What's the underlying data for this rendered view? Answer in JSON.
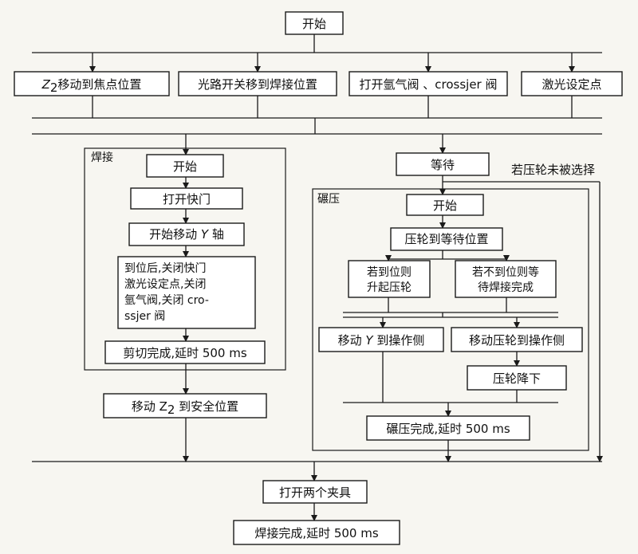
{
  "nodes": {
    "start": "开始",
    "z2_focus": {
      "pre": "Z",
      "sub": "2",
      "post": "移动到焦点位置"
    },
    "light_path": "光路开关移到焊接位置",
    "open_argon": "打开氩气阀 、crossjer 阀",
    "laser_set": "激光设定点",
    "weld_label": "焊接",
    "weld_start": "开始",
    "open_shutter": "打开快门",
    "move_y": {
      "pre": "开始移动 ",
      "italic": "Y",
      "post": " 轴"
    },
    "close_all": [
      "到位后,关闭快门",
      "激光设定点,关闭",
      "氩气阀,关闭 cro-",
      "ssjer 阀"
    ],
    "cut_done": "剪切完成,延时 500 ms",
    "move_z2_safe": {
      "pre": "移动 Z",
      "sub": "2",
      "post": " 到安全位置"
    },
    "wait": "等待",
    "no_roller": "若压轮未被选择",
    "roll_label": "碾压",
    "roll_start": "开始",
    "roller_wait_pos": "压轮到等待位置",
    "if_in_pos": [
      "若到位则",
      "升起压轮"
    ],
    "if_not_in_pos": [
      "若不到位则等",
      "待焊接完成"
    ],
    "move_y_op": {
      "pre": "移动 ",
      "italic": "Y",
      "post": " 到操作侧"
    },
    "move_roller_op": "移动压轮到操作侧",
    "roller_down": "压轮降下",
    "roll_done": "碾压完成,延时 500 ms",
    "open_clamps": "打开两个夹具",
    "weld_done": "焊接完成,延时 500 ms"
  }
}
